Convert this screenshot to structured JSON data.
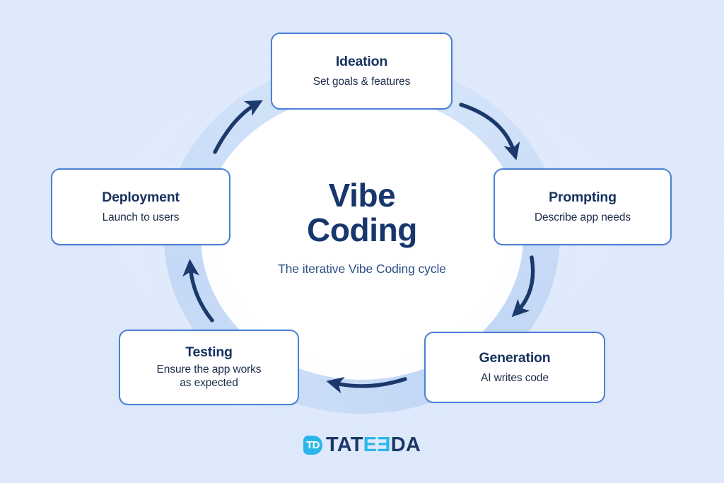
{
  "theme": {
    "background": "#dfe9fb",
    "ring_band": "#c6d9f6",
    "ring_center": "#ffffff",
    "card_border": "#4b80d6",
    "card_fill": "#ffffff",
    "title_navy": "#17366d",
    "arrow_navy": "#1b3a6b",
    "logo_cyan": "#2bb6ea"
  },
  "center": {
    "title_line1": "Vibe",
    "title_line2": "Coding",
    "subtitle": "The iterative Vibe Coding cycle"
  },
  "nodes": [
    {
      "id": "ideation",
      "title": "Ideation",
      "desc": "Set goals & features"
    },
    {
      "id": "prompting",
      "title": "Prompting",
      "desc": "Describe app needs"
    },
    {
      "id": "generation",
      "title": "Generation",
      "desc": "AI writes code"
    },
    {
      "id": "testing",
      "title": "Testing",
      "desc": "Ensure the app works\nas expected"
    },
    {
      "id": "deployment",
      "title": "Deployment",
      "desc": "Launch to users"
    }
  ],
  "arrows": [
    {
      "id": "ideation-to-prompting",
      "from": "Ideation",
      "to": "Prompting",
      "direction": "clockwise"
    },
    {
      "id": "prompting-to-generation",
      "from": "Prompting",
      "to": "Generation",
      "direction": "clockwise"
    },
    {
      "id": "generation-to-testing",
      "from": "Generation",
      "to": "Testing",
      "direction": "clockwise"
    },
    {
      "id": "testing-to-deployment",
      "from": "Testing",
      "to": "Deployment",
      "direction": "clockwise"
    },
    {
      "id": "deployment-to-ideation",
      "from": "Deployment",
      "to": "Ideation",
      "direction": "clockwise"
    }
  ],
  "logo": {
    "badge_text": "TD",
    "word_part1": "TAT",
    "word_flipped": "E",
    "word_cyan_e": "E",
    "word_part2": "DA",
    "full_text": "TATEEDA"
  }
}
